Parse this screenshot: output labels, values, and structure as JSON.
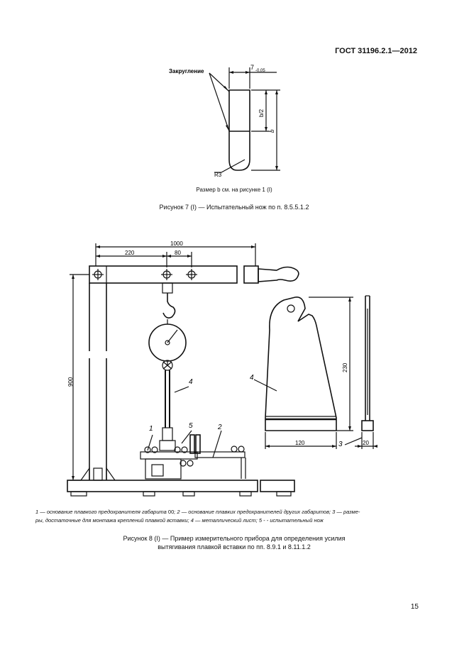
{
  "header": {
    "standard": "ГОСТ 31196.2.1—2012"
  },
  "figure7": {
    "label_rounding": "Закругление",
    "dim_width": "7",
    "dim_width_tol": "-0,05",
    "dim_half": "b/2",
    "dim_b": "b",
    "dim_radius": "R3",
    "note": "Размер b см. на рисунке 1 (I)",
    "caption": "Рисунок 7 (I) — Испытательный нож по п. 8.5.5.1.2"
  },
  "figure8": {
    "dim_total": "1000",
    "dim_220": "220",
    "dim_80": "80",
    "dim_900": "900",
    "dim_230": "230",
    "dim_120": "120",
    "dim_20": "20",
    "callouts": [
      "1",
      "2",
      "3",
      "4",
      "5",
      "4"
    ],
    "legend_line1_pre": "1 — основание плавкого предохранителя габарита ",
    "legend_line1_code": "00",
    "legend_line1_post": "; 2 — основание плавких предохранителей других габаритов; 3 — разме-",
    "legend_line2": "ры, достаточные для монтажа креплений плавкой вставки; 4 — металлический лист; 5 - - испытательный нож",
    "caption_line1": "Рисунок 8 (I) — Пример измерительного прибора для определения усилия",
    "caption_line2": "вытягивания плавкой вставки по пп. 8.9.1 и 8.11.1.2"
  },
  "page_number": "15"
}
